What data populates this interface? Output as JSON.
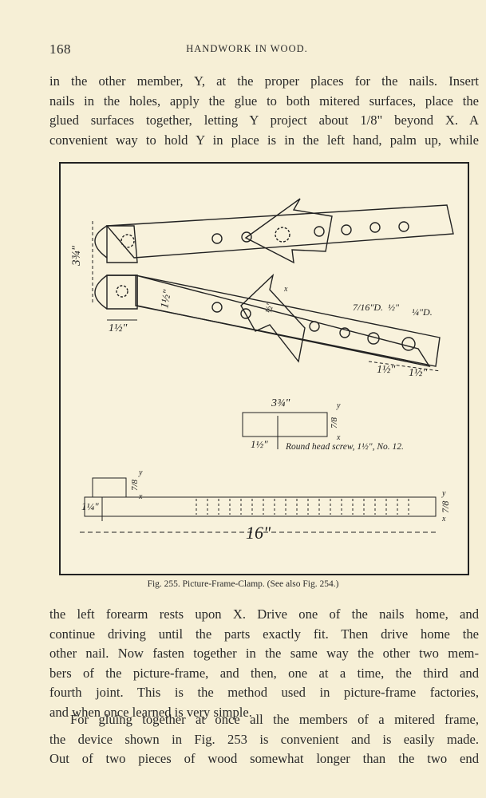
{
  "header": {
    "page_number": "168",
    "running_title": "HANDWORK IN WOOD."
  },
  "body": {
    "top_lines": [
      "in the other member, Y, at the proper places for the nails. Insert",
      "nails in the holes, apply the glue to both mitered surfaces, place the",
      "glued surfaces together, letting Y project about 1/8\" beyond X. A",
      "convenient way to hold Y in place is in the left hand, palm up, while"
    ],
    "bottom_lines": [
      "the left forearm rests upon X. Drive one of the nails home, and",
      "continue driving until the parts exactly fit. Then drive home the",
      "other nail. Now fasten together in the same way the other two mem-",
      "bers of the picture-frame, and then, one at a time, the third and",
      "fourth joint. This is the method used in picture-frame factories,",
      "and when once learned is very simple."
    ],
    "indent_lines": [
      "For gluing together at once all the members of a mitered frame,",
      "the device shown in Fig. 253 is convenient and is easily made.",
      "Out of two pieces of wood somewhat longer than the two end"
    ]
  },
  "figure": {
    "caption": "Fig. 255. Picture-Frame-Clamp. (See also Fig. 254.)",
    "labels": {
      "dim_3_3_4_vertical": "3¾\"",
      "dim_1_1_2_bottom": "1½\"",
      "dim_1_1_2_slant": "1½\"",
      "dim_1_2_slant": "½\"",
      "dim_7_16_d": "7/16\"D.",
      "dim_1_2_top": "½\"",
      "dim_1_4_d": "¼\"D.",
      "dim_1_1_2_right_a": "1½\"",
      "dim_1_1_2_right_b": "1½\"",
      "dim_3_3_4_top": "3¾\"",
      "dim_7_8_small": "7/8",
      "dim_1_1_2_screw": "1½\"",
      "screw_note": "Round head screw, 1½\", No. 12.",
      "dim_7_8_block": "7/8",
      "dim_1_1_4": "1¼\"",
      "dim_7_8_right": "7/8",
      "dim_16": "16\"",
      "letter_y1": "y",
      "letter_y2": "y",
      "letter_y3": "y",
      "letter_x1": "x",
      "letter_x2": "x",
      "letter_x3": "x",
      "letter_x4": "x"
    }
  }
}
